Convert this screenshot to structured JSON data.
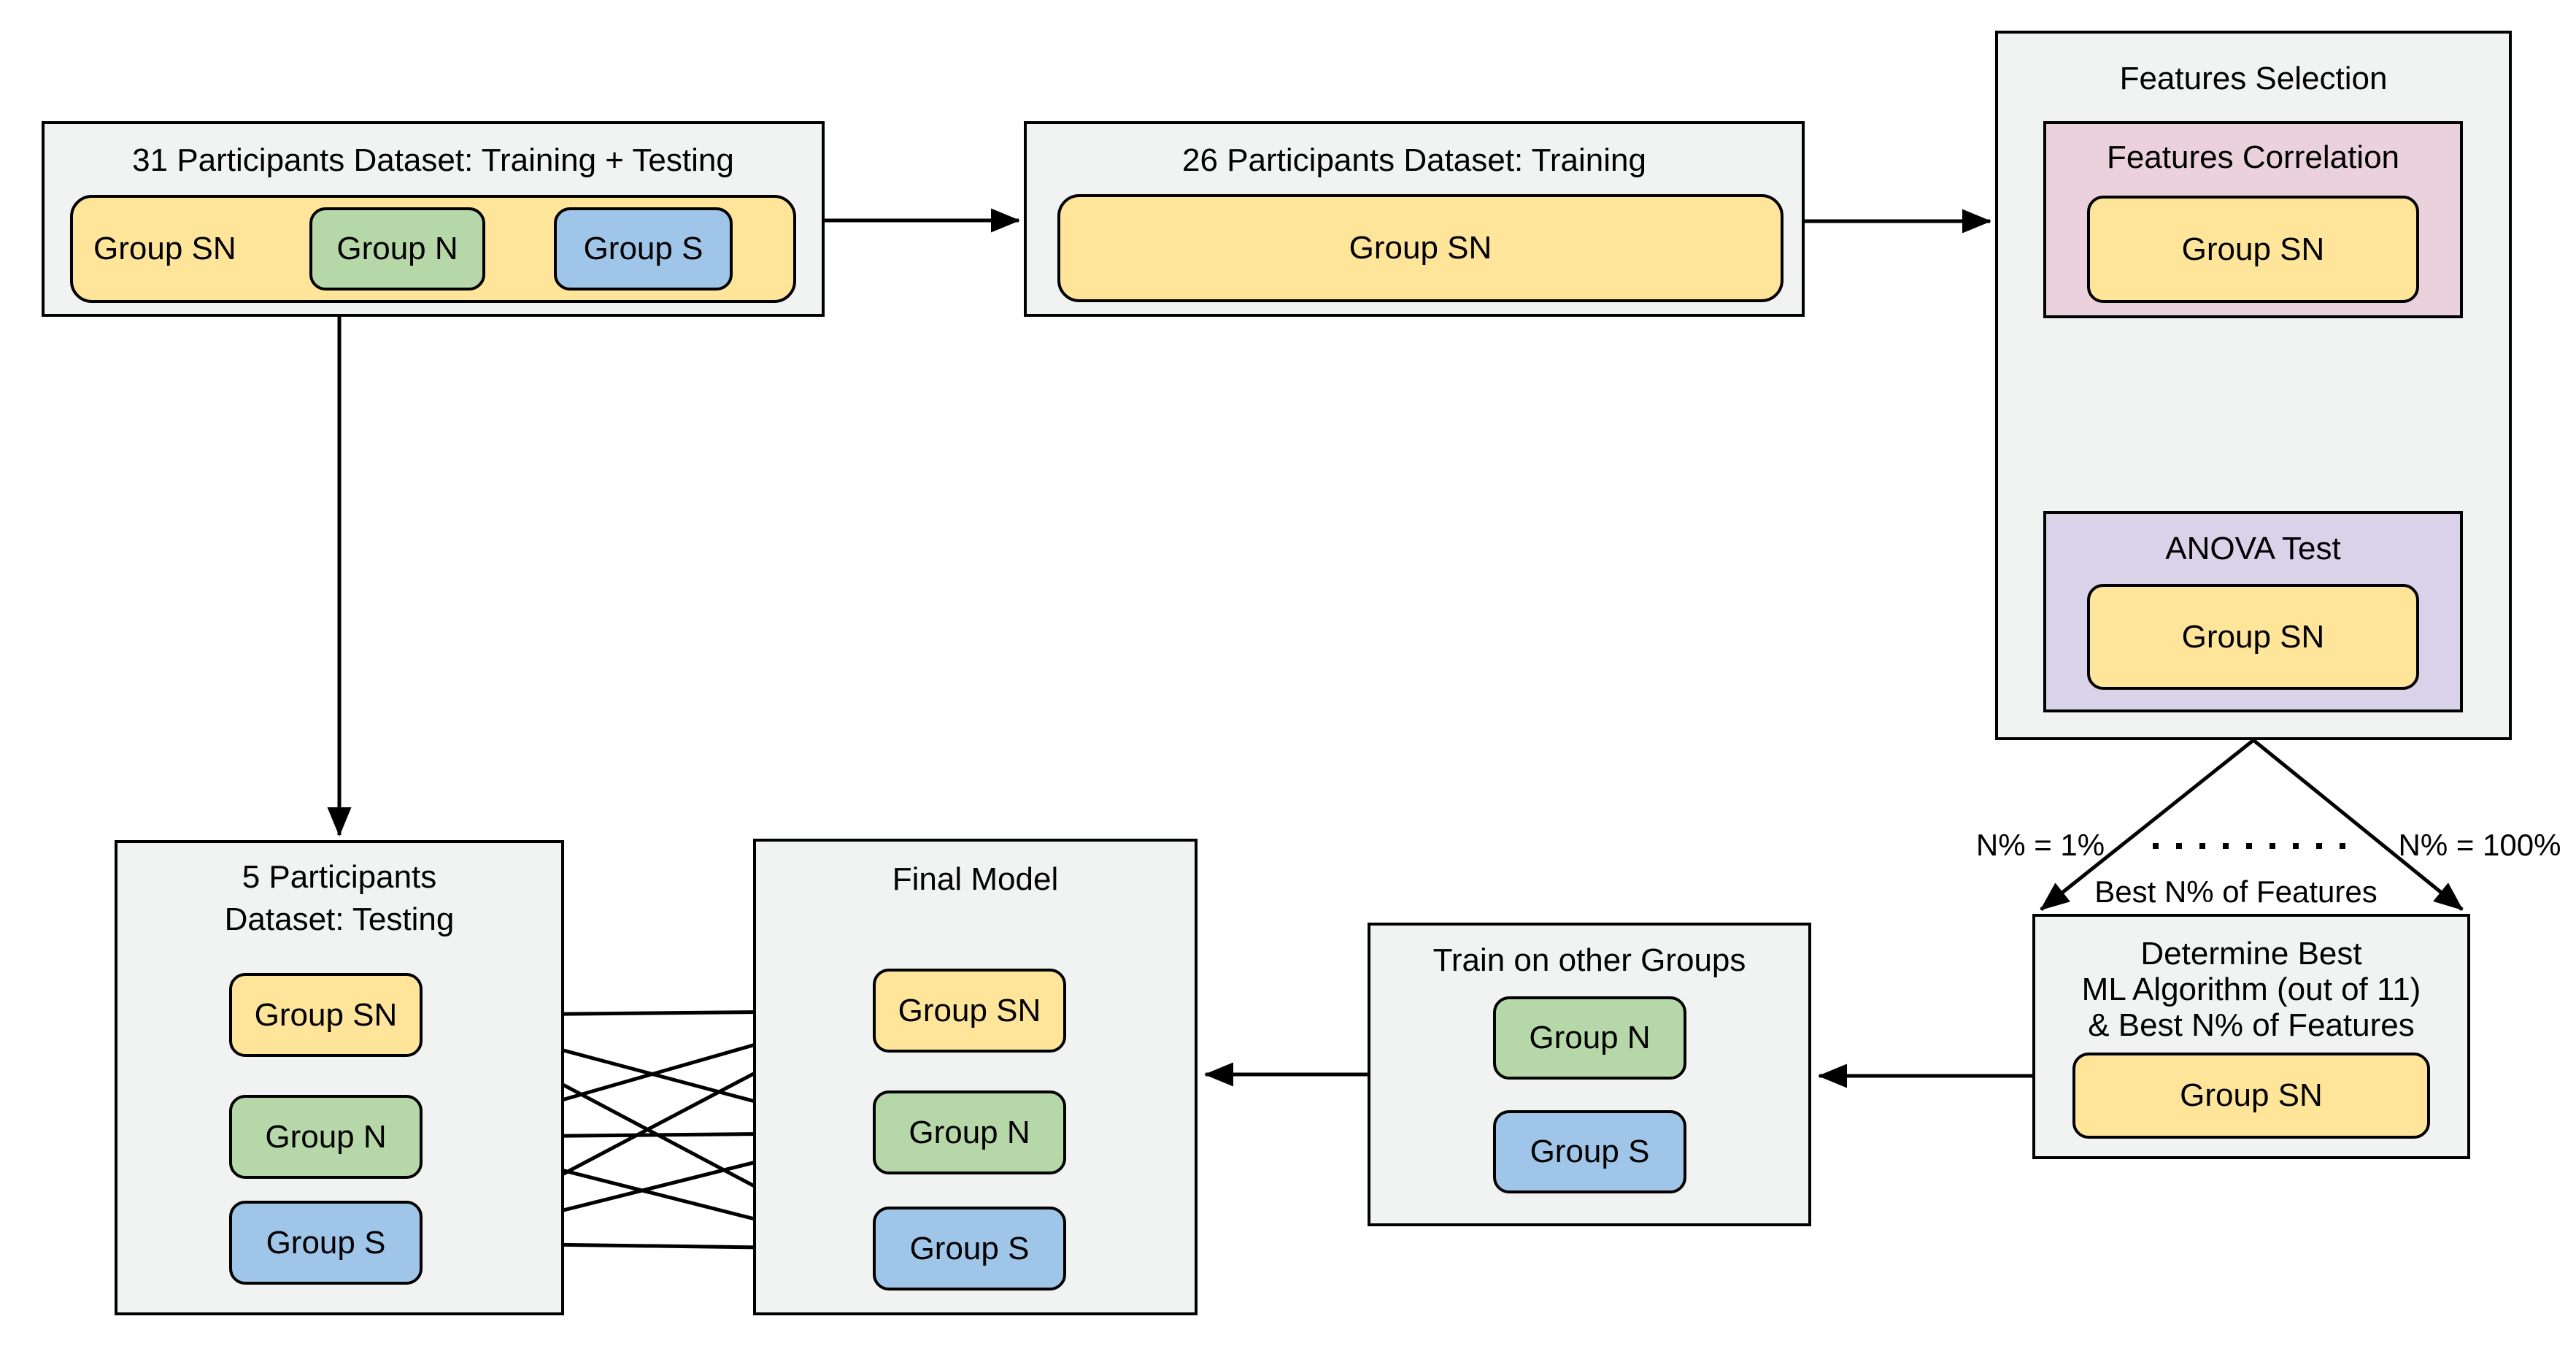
{
  "labels": {
    "group_sn": "Group SN",
    "group_n": "Group N",
    "group_s": "Group S"
  },
  "boxes": {
    "dataset31": {
      "title": "31 Participants Dataset: Training + Testing"
    },
    "dataset26": {
      "title": "26 Participants Dataset: Training"
    },
    "features_selection": {
      "title": "Features Selection"
    },
    "features_correlation": {
      "title": "Features Correlation"
    },
    "anova": {
      "title": "ANOVA Test"
    },
    "determine_best": {
      "line1": "Determine Best",
      "line2": "ML Algorithm (out of 11)",
      "line3": "& Best N% of Features"
    },
    "train_other": {
      "title": "Train on other Groups"
    },
    "final_model": {
      "title": "Final Model"
    },
    "testing5": {
      "line1": "5 Participants",
      "line2": "Dataset: Testing"
    }
  },
  "split_labels": {
    "left": "N% = 1%",
    "right": "N% = 100%",
    "center": "Best N% of Features"
  },
  "colors": {
    "box_fill": "#F1F2F2",
    "yellow": "#FFE599",
    "green": "#B6D7A8",
    "blue": "#9FC5E8",
    "pink": "#EAD1DC",
    "purple": "#D9D2E9",
    "line": "#000000",
    "background": "#FFFFFF"
  }
}
